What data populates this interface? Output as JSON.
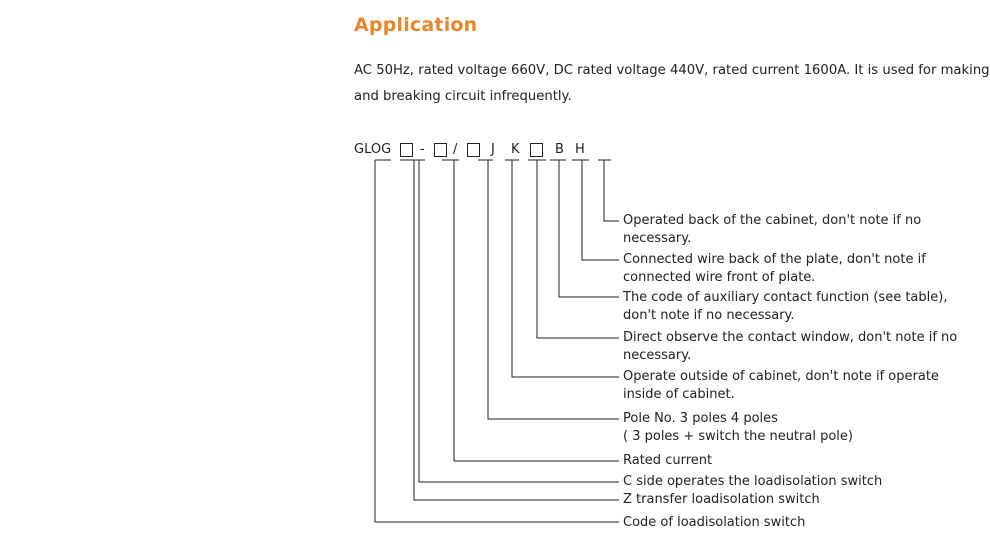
{
  "section": {
    "title": "Application",
    "paragraph_lines": [
      "AC 50Hz, rated voltage 660V, DC rated voltage 440V, rated current 1600A. It is used for making",
      "and breaking circuit infrequently."
    ]
  },
  "model_code": {
    "prefix": "GLOG",
    "sep_dash": "-",
    "sep_slash": "/",
    "letter_j": "J",
    "letter_k": "K",
    "letter_b": "B",
    "letter_h": "H"
  },
  "descriptions": [
    {
      "lines": [
        "Operated back of the cabinet, don't note if no",
        "necessary."
      ]
    },
    {
      "lines": [
        "Connected wire back of the plate, don't note if",
        "connected wire front of plate."
      ]
    },
    {
      "lines": [
        "The code of auxiliary contact function (see table),",
        "don't note if no necessary."
      ]
    },
    {
      "lines": [
        "Direct observe the contact window, don't note if no",
        "necessary."
      ]
    },
    {
      "lines": [
        "Operate outside of cabinet, don't note if operate",
        "inside of cabinet."
      ]
    },
    {
      "lines": [
        "Pole No. 3 poles 4 poles",
        "( 3 poles + switch the neutral pole)"
      ]
    },
    {
      "lines": [
        "Rated current"
      ]
    },
    {
      "lines": [
        "C side operates the loadisolation switch"
      ]
    },
    {
      "lines": [
        "Z transfer loadisolation switch"
      ]
    },
    {
      "lines": [
        "Code of loadisolation switch"
      ]
    }
  ]
}
